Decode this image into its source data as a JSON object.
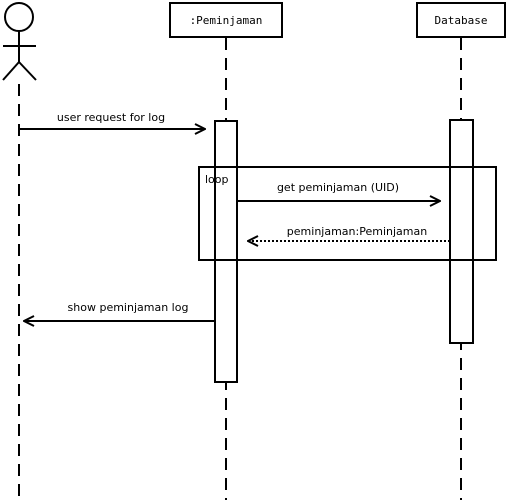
{
  "participants": {
    "actor": {
      "label": ""
    },
    "peminjaman": {
      "label": ":Peminjaman"
    },
    "database": {
      "label": "Database"
    }
  },
  "messages": {
    "user_request": {
      "label": "user request for log"
    },
    "get_peminjaman": {
      "label": "get peminjaman (UID)"
    },
    "return_peminjaman": {
      "label": "peminjaman:Peminjaman"
    },
    "show_log": {
      "label": "show peminjaman log"
    }
  },
  "frame": {
    "label": "loop"
  }
}
